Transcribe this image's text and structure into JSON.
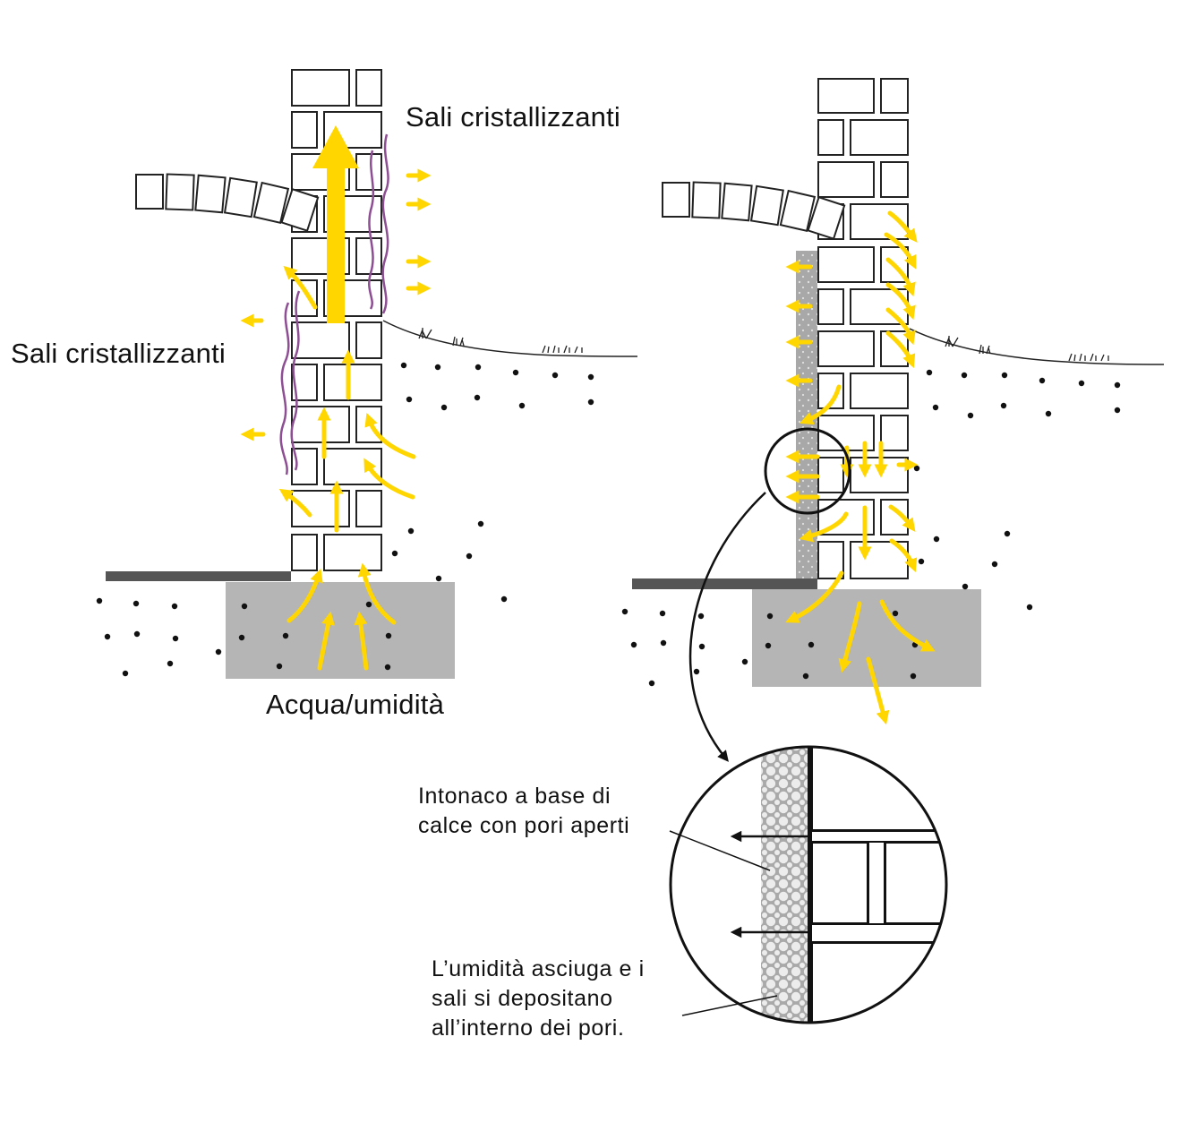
{
  "labels": {
    "salts_top": "Sali cristallizzanti",
    "salts_left": "Sali cristallizzanti",
    "water": "Acqua/umidità",
    "plaster_line1": "Intonaco a base di",
    "plaster_line2": "calce con pori aperti",
    "drying_line1": "L’umidità asciuga e i",
    "drying_line2": "sali si depositano",
    "drying_line3": "all’interno dei pori."
  },
  "colors": {
    "moisture_arrow": "#FFD600",
    "salt_efflorescence": "#8E4E94",
    "foundation": "#B5B5B5",
    "floor_slab": "#555555",
    "plaster": "#A8A8A8",
    "brick_outline": "#222222",
    "soil_dot": "#111111"
  }
}
